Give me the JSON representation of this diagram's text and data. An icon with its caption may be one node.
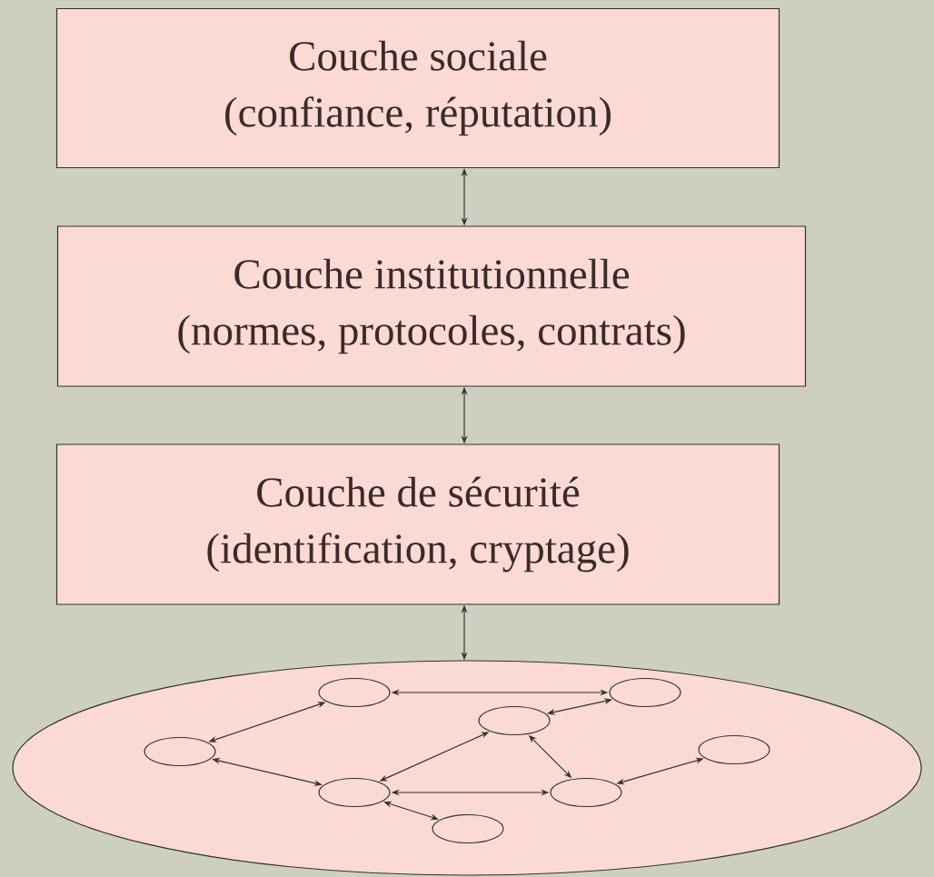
{
  "diagram": {
    "nodes": [
      {
        "text": [
          "Couche sociale",
          "(confiance, réputation)"
        ]
      },
      {
        "text": [
          "Couche institutionnelle",
          "(normes, protocoles, contrats)"
        ]
      },
      {
        "text": [
          "Couche de sécurité",
          "(identification, cryptage)"
        ]
      },
      {
        "text": [],
        "shape": "ellipse"
      },
      {
        "text": [],
        "shape": "ellipse",
        "in": 3
      },
      {
        "text": [],
        "shape": "ellipse",
        "in": 3
      },
      {
        "text": [],
        "shape": "ellipse",
        "in": 3
      },
      {
        "text": [],
        "shape": "ellipse",
        "in": 3
      },
      {
        "text": [],
        "shape": "ellipse",
        "in": 3
      },
      {
        "text": [],
        "shape": "ellipse",
        "in": 3
      },
      {
        "text": [],
        "shape": "ellipse",
        "in": 3
      },
      {
        "text": [],
        "shape": "ellipse",
        "in": 3
      }
    ],
    "edges": [
      {
        "from": 0,
        "to": 1,
        "arrow": "both"
      },
      {
        "from": 1,
        "to": 2,
        "arrow": "both"
      },
      {
        "from": 2,
        "to": 3,
        "arrow": "both"
      },
      {
        "from": 4,
        "to": 5,
        "arrow": "both"
      },
      {
        "from": 4,
        "to": 7,
        "arrow": "both"
      },
      {
        "from": 7,
        "to": 9,
        "arrow": "both"
      },
      {
        "from": 6,
        "to": 5,
        "arrow": "both"
      },
      {
        "from": 6,
        "to": 9,
        "arrow": "both"
      },
      {
        "from": 6,
        "to": 10,
        "arrow": "both"
      },
      {
        "from": 9,
        "to": 10,
        "arrow": "both"
      },
      {
        "from": 10,
        "to": 8,
        "arrow": "both"
      },
      {
        "from": 9,
        "to": 11,
        "arrow": "both"
      }
    ]
  }
}
